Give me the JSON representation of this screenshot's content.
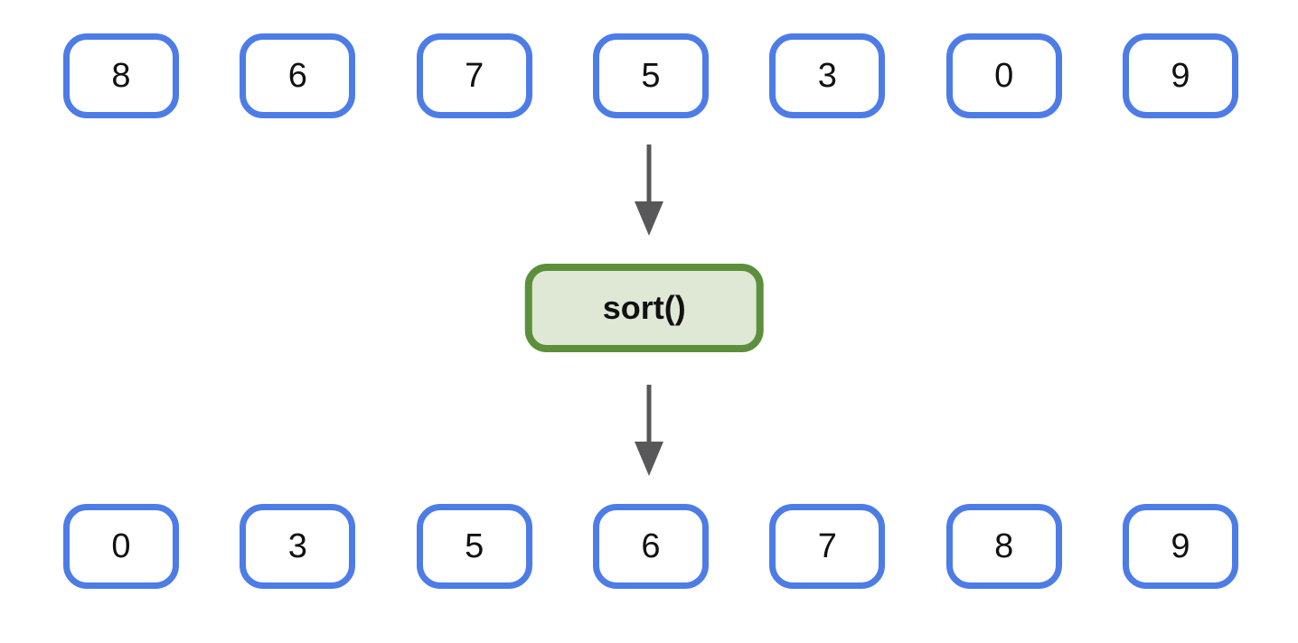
{
  "diagram": {
    "top_row": [
      "8",
      "6",
      "7",
      "5",
      "3",
      "0",
      "9"
    ],
    "operation_label": "sort()",
    "bottom_row": [
      "0",
      "3",
      "5",
      "6",
      "7",
      "8",
      "9"
    ]
  },
  "icons": {
    "arrow_top": "down-arrow",
    "arrow_bottom": "down-arrow"
  },
  "colors": {
    "cell_border": "#4d7ce6",
    "cell_background": "#ffffff",
    "operation_border": "#5b8f3c",
    "operation_background": "#dfe8d5",
    "arrow": "#58585a",
    "text": "#111111",
    "page_background": "#ffffff"
  }
}
